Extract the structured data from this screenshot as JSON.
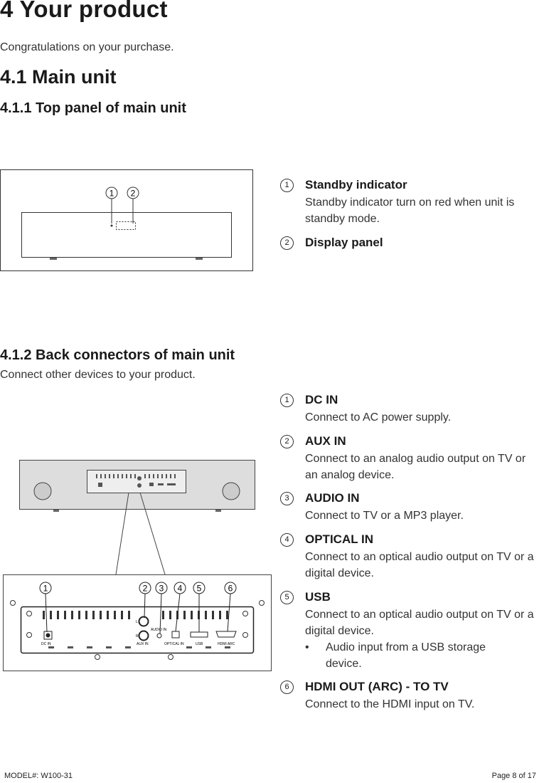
{
  "heading": "4  Your product",
  "intro": "Congratulations on your purchase.",
  "section_main": "4.1 Main unit",
  "top_panel": {
    "title": "4.1.1  Top panel of main unit",
    "callouts": [
      "1",
      "2"
    ],
    "items": [
      {
        "num": "1",
        "title": "Standby indicator",
        "desc": "Standby indicator turn on red when unit is standby mode."
      },
      {
        "num": "2",
        "title": "Display panel",
        "desc": ""
      }
    ]
  },
  "back": {
    "title": "4.1.2  Back connectors of  main unit",
    "subtitle": "Connect other devices to your product.",
    "callouts": [
      "1",
      "2",
      "3",
      "4",
      "5",
      "6"
    ],
    "port_labels": {
      "dc": "DC IN",
      "aux": "AUX IN",
      "audio": "AUDIO IN",
      "optical": "OPTICAL IN",
      "usb": "USB",
      "hdmi": "HDMI ARC",
      "l": "L",
      "r": "R"
    },
    "items": [
      {
        "num": "1",
        "title": "DC IN",
        "desc": "Connect to AC power supply."
      },
      {
        "num": "2",
        "title": "AUX IN",
        "desc": "Connect to an analog audio output on TV or an analog device."
      },
      {
        "num": "3",
        "title": "AUDIO IN",
        "desc": "Connect to TV or a MP3 player."
      },
      {
        "num": "4",
        "title": "OPTICAL IN",
        "desc": "Connect to an optical audio output on TV or a digital device."
      },
      {
        "num": "5",
        "title": "USB",
        "desc": "Connect to an optical audio output on TV or a digital device.",
        "bullet": "Audio input from a USB storage device."
      },
      {
        "num": "6",
        "title": "HDMI OUT (ARC) - TO TV",
        "desc": "Connect to the HDMI input on TV."
      }
    ]
  },
  "footer": {
    "model": "MODEL#: W100-31",
    "page": "Page 8 of 17"
  }
}
